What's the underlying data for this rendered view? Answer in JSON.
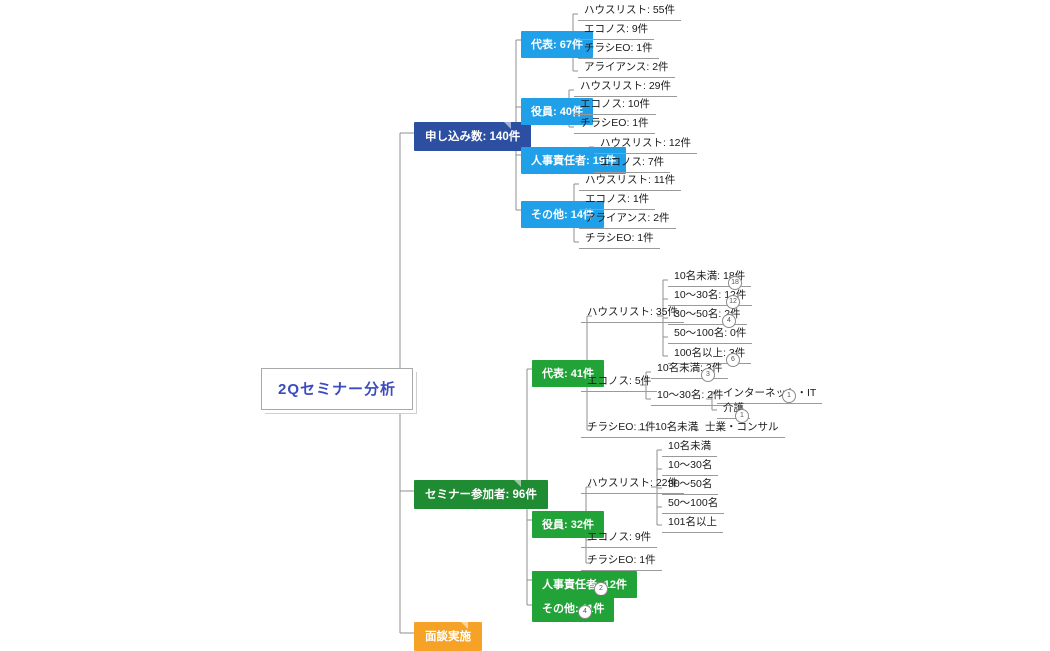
{
  "document": {
    "title": "2Qセミナー分析",
    "type": "mindmap"
  },
  "colors": {
    "root_text": "#3b4cc0",
    "branch_blue_dark": "#2d4fa2",
    "branch_blue_light": "#20a0e8",
    "branch_green_dark": "#1f8b32",
    "branch_green_mid": "#22a338",
    "branch_orange": "#f5a226",
    "line": "#9a9a9a",
    "background": "#ffffff"
  },
  "root": {
    "label": "2Qセミナー分析"
  },
  "branches": {
    "applications": {
      "label": "申し込み数: 140件",
      "children": [
        {
          "label": "代表: 67件",
          "children": [
            {
              "label": "ハウスリスト: 55件"
            },
            {
              "label": "エコノス: 9件"
            },
            {
              "label": "チラシEO: 1件"
            },
            {
              "label": "アライアンス: 2件"
            }
          ]
        },
        {
          "label": "役員: 40件",
          "children": [
            {
              "label": "ハウスリスト: 29件"
            },
            {
              "label": "エコノス: 10件"
            },
            {
              "label": "チラシEO: 1件"
            }
          ]
        },
        {
          "label": "人事責任者: 19件",
          "children": [
            {
              "label": "ハウスリスト: 12件"
            },
            {
              "label": "エコノス: 7件"
            }
          ]
        },
        {
          "label": "その他: 14件",
          "children": [
            {
              "label": "ハウスリスト: 11件"
            },
            {
              "label": "エコノス: 1件"
            },
            {
              "label": "アライアンス: 2件"
            },
            {
              "label": "チラシEO: 1件"
            }
          ]
        }
      ]
    },
    "participants": {
      "label": "セミナー参加者: 96件",
      "children": [
        {
          "label": "代表: 41件",
          "children": [
            {
              "label": "ハウスリスト: 35件",
              "children": [
                {
                  "label": "10名未満: 18件",
                  "badge": "18"
                },
                {
                  "label": "10～30名: 12件",
                  "badge": "12"
                },
                {
                  "label": "30～50名: 2件",
                  "badge": "4"
                },
                {
                  "label": "50～100名: 0件"
                },
                {
                  "label": "100名以上: 3件",
                  "badge": "6"
                }
              ]
            },
            {
              "label": "エコノス: 5件",
              "children": [
                {
                  "label": "10名未満: 3件",
                  "badge": "3"
                },
                {
                  "label": "10～30名: 2件",
                  "children": [
                    {
                      "label": "インターネット・IT",
                      "badge": "1"
                    },
                    {
                      "label": "介護",
                      "badge": "1"
                    }
                  ]
                }
              ]
            },
            {
              "label": "チラシEO: 1件",
              "children": [
                {
                  "label": "10名未満"
                },
                {
                  "label": "士業・コンサル"
                }
              ]
            }
          ]
        },
        {
          "label": "役員: 32件",
          "children": [
            {
              "label": "ハウスリスト: 22件",
              "children": [
                {
                  "label": "10名未満"
                },
                {
                  "label": "10～30名"
                },
                {
                  "label": "30～50名"
                },
                {
                  "label": "50～100名"
                },
                {
                  "label": "101名以上"
                }
              ]
            },
            {
              "label": "エコノス: 9件"
            },
            {
              "label": "チラシEO: 1件"
            }
          ]
        },
        {
          "label": "人事責任者: 12件",
          "badge": "2"
        },
        {
          "label": "その他: 11件",
          "badge": "4"
        }
      ]
    },
    "interviews": {
      "label": "面談実施"
    }
  }
}
